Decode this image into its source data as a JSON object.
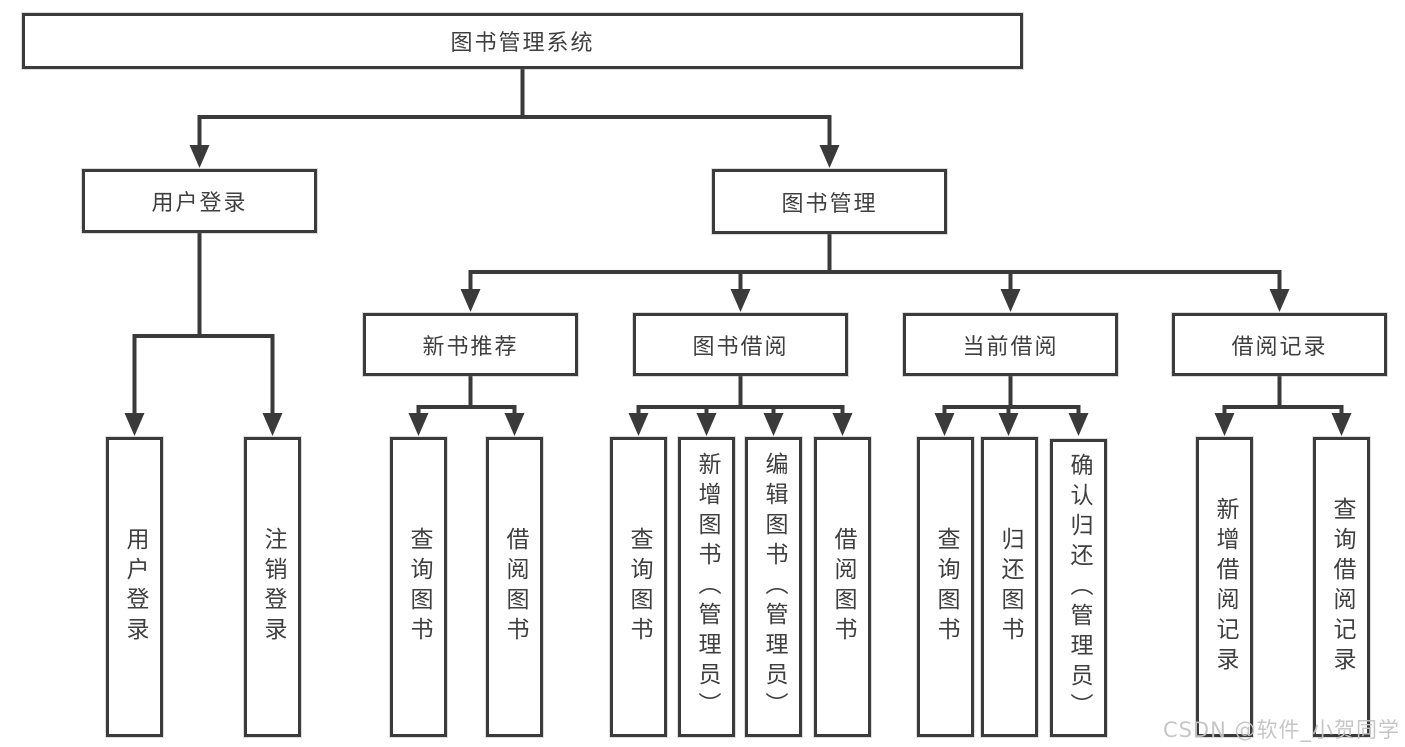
{
  "diagram": {
    "root": {
      "label": "图书管理系统"
    },
    "level2": [
      {
        "label": "用户登录",
        "children": [
          {
            "label": "用户登录"
          },
          {
            "label": "注销登录"
          }
        ]
      },
      {
        "label": "图书管理",
        "children": [
          {
            "label": "新书推荐",
            "children": [
              {
                "label": "查询图书"
              },
              {
                "label": "借阅图书"
              }
            ]
          },
          {
            "label": "图书借阅",
            "children": [
              {
                "label": "查询图书"
              },
              {
                "label": "新增图书（管理员）"
              },
              {
                "label": "编辑图书（管理员）"
              },
              {
                "label": "借阅图书"
              }
            ]
          },
          {
            "label": "当前借阅",
            "children": [
              {
                "label": "查询图书"
              },
              {
                "label": "归还图书"
              },
              {
                "label": "确认归还（管理员）"
              }
            ]
          },
          {
            "label": "借阅记录",
            "children": [
              {
                "label": "新增借阅记录"
              },
              {
                "label": "查询借阅记录"
              }
            ]
          }
        ]
      }
    ]
  },
  "watermark": {
    "text": "CSDN @软件_小贺同学"
  },
  "colors": {
    "line": "#3a3a3a",
    "text": "#3f3f3f",
    "box_border": "#3b3b3b",
    "box_fill": "#ffffff",
    "watermark": "#c3c3c3",
    "background": "#ffffff"
  }
}
